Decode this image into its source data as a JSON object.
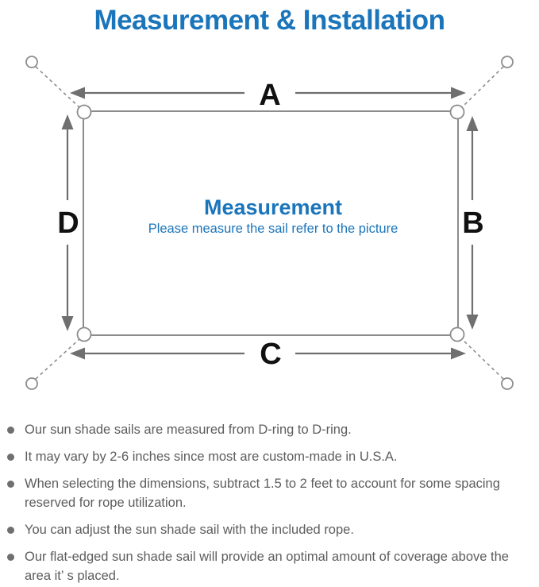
{
  "title": "Measurement & Installation",
  "diagram": {
    "label_top": "A",
    "label_right": "B",
    "label_bottom": "C",
    "label_left": "D",
    "center_heading": "Measurement",
    "center_subtitle": "Please measure the sail refer to the picture"
  },
  "notes": {
    "items": [
      "Our sun shade sails are measured from D-ring to D-ring.",
      "It may vary by 2-6 inches since most are custom-made in U.S.A.",
      "When selecting the dimensions, subtract 1.5 to 2 feet to account for some spacing reserved for rope utilization.",
      "You can adjust the sun shade sail with the included rope.",
      "Our flat-edged sun shade sail will provide an optimal amount of coverage above the area it’ s placed."
    ]
  },
  "colors": {
    "accent_blue": "#1b75bb",
    "diagram_line_gray": "#6f6f6f",
    "outline_gray": "#8c8c8c",
    "note_text_gray": "#5d5d5d",
    "label_black": "#111111"
  }
}
